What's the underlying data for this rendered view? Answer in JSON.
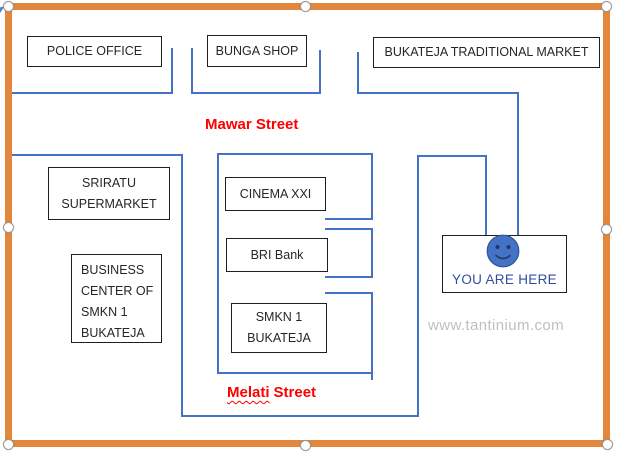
{
  "map": {
    "buildings": [
      {
        "lines": [
          "POLICE OFFICE"
        ]
      },
      {
        "lines": [
          "BUNGA SHOP"
        ]
      },
      {
        "lines": [
          "BUKATEJA TRADITIONAL MARKET"
        ]
      },
      {
        "lines": [
          "SRIRATU",
          "SUPERMARKET"
        ]
      },
      {
        "lines": [
          "BUSINESS",
          "CENTER OF",
          "SMKN 1",
          "BUKATEJA"
        ]
      },
      {
        "lines": [
          "CINEMA XXI"
        ]
      },
      {
        "lines": [
          "BRI Bank"
        ]
      },
      {
        "lines": [
          "SMKN 1",
          "BUKATEJA"
        ]
      }
    ],
    "streets": [
      {
        "label": "Mawar Street"
      },
      {
        "word": "Melati",
        "rest": "Street"
      }
    ],
    "you_are_here": {
      "label": "YOU ARE HERE"
    },
    "watermark": "www.tantinium.com"
  },
  "colors": {
    "frame_orange": "#E2873C",
    "street_line_blue": "#4472C4",
    "street_label_red": "#FF0000",
    "you_are_here_blue": "#2E4E9E",
    "watermark_gray": "#BFBFBF",
    "smiley_fill": "#4472C4",
    "smiley_stroke": "#2F5597",
    "smiley_feature": "#1F3864"
  }
}
